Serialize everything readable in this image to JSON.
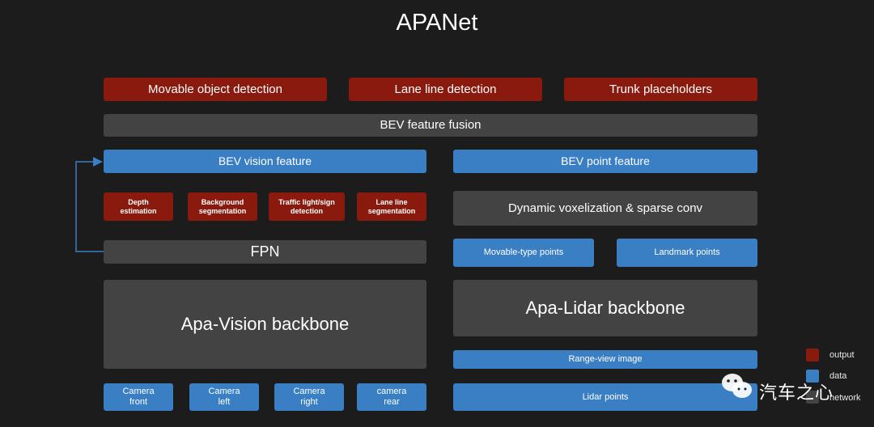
{
  "title": "APANet",
  "outputs": {
    "movable": "Movable object detection",
    "lane": "Lane line detection",
    "trunk": "Trunk placeholders"
  },
  "bev_fusion": "BEV feature fusion",
  "vision": {
    "bev_feature": "BEV vision feature",
    "heads": [
      {
        "line1": "Depth",
        "line2": "estimation"
      },
      {
        "line1": "Background",
        "line2": "segmentation"
      },
      {
        "line1": "Traffic light/sign",
        "line2": "detection"
      },
      {
        "line1": "Lane line",
        "line2": "segmentation"
      }
    ],
    "fpn": "FPN",
    "backbone": "Apa-Vision backbone",
    "cameras": [
      {
        "line1": "Camera",
        "line2": "front"
      },
      {
        "line1": "Camera",
        "line2": "left"
      },
      {
        "line1": "Camera",
        "line2": "right"
      },
      {
        "line1": "camera",
        "line2": "rear"
      }
    ]
  },
  "lidar": {
    "bev_feature": "BEV point feature",
    "voxel": "Dynamic voxelization & sparse conv",
    "movable_points": "Movable-type points",
    "landmark_points": "Landmark points",
    "backbone": "Apa-Lidar backbone",
    "range_view": "Range-view image",
    "lidar_points": "Lidar points"
  },
  "legend": {
    "output": "output",
    "data": "data",
    "network": "network"
  },
  "watermark": "汽车之心",
  "colors": {
    "output": "#8b1a0e",
    "data": "#3a7fc4",
    "network": "#434343",
    "background": "#1c1c1c"
  }
}
